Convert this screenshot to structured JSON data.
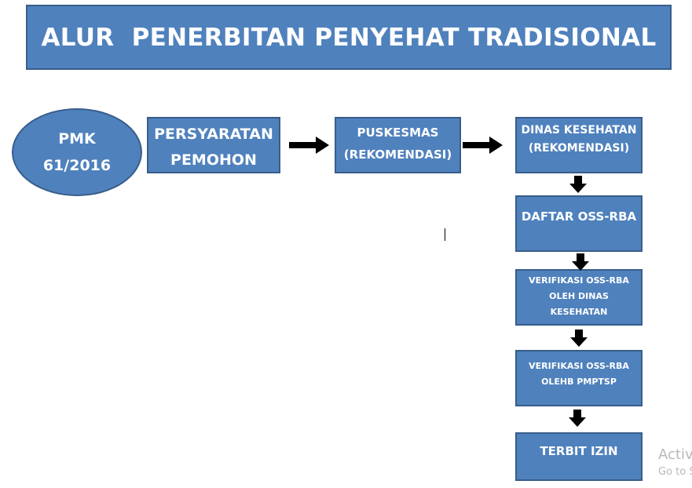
{
  "title": "ALUR  PENERBITAN PENYEHAT TRADISIONAL",
  "colors": {
    "box_fill": "#4f81bd",
    "box_border": "#385d8a",
    "text": "#ffffff",
    "arrow": "#000000"
  },
  "source_node": {
    "lines": [
      "PMK",
      "61/2016"
    ]
  },
  "steps": [
    {
      "lines": [
        "PERSYARATAN",
        "PEMOHON"
      ]
    },
    {
      "lines": [
        "PUSKESMAS",
        "(REKOMENDASI)"
      ]
    },
    {
      "lines": [
        "DINAS KESEHATAN",
        "(REKOMENDASI)"
      ]
    },
    {
      "lines": [
        "DAFTAR OSS-RBA"
      ]
    },
    {
      "lines": [
        "VERIFIKASI OSS-RBA",
        "OLEH DINAS",
        "KESEHATAN"
      ]
    },
    {
      "lines": [
        "VERIFIKASI OSS-RBA",
        "OLEHB PMPTSP"
      ]
    },
    {
      "lines": [
        "TERBIT IZIN"
      ]
    }
  ],
  "watermark": {
    "line1": "Activ",
    "line2": "Go to S"
  }
}
